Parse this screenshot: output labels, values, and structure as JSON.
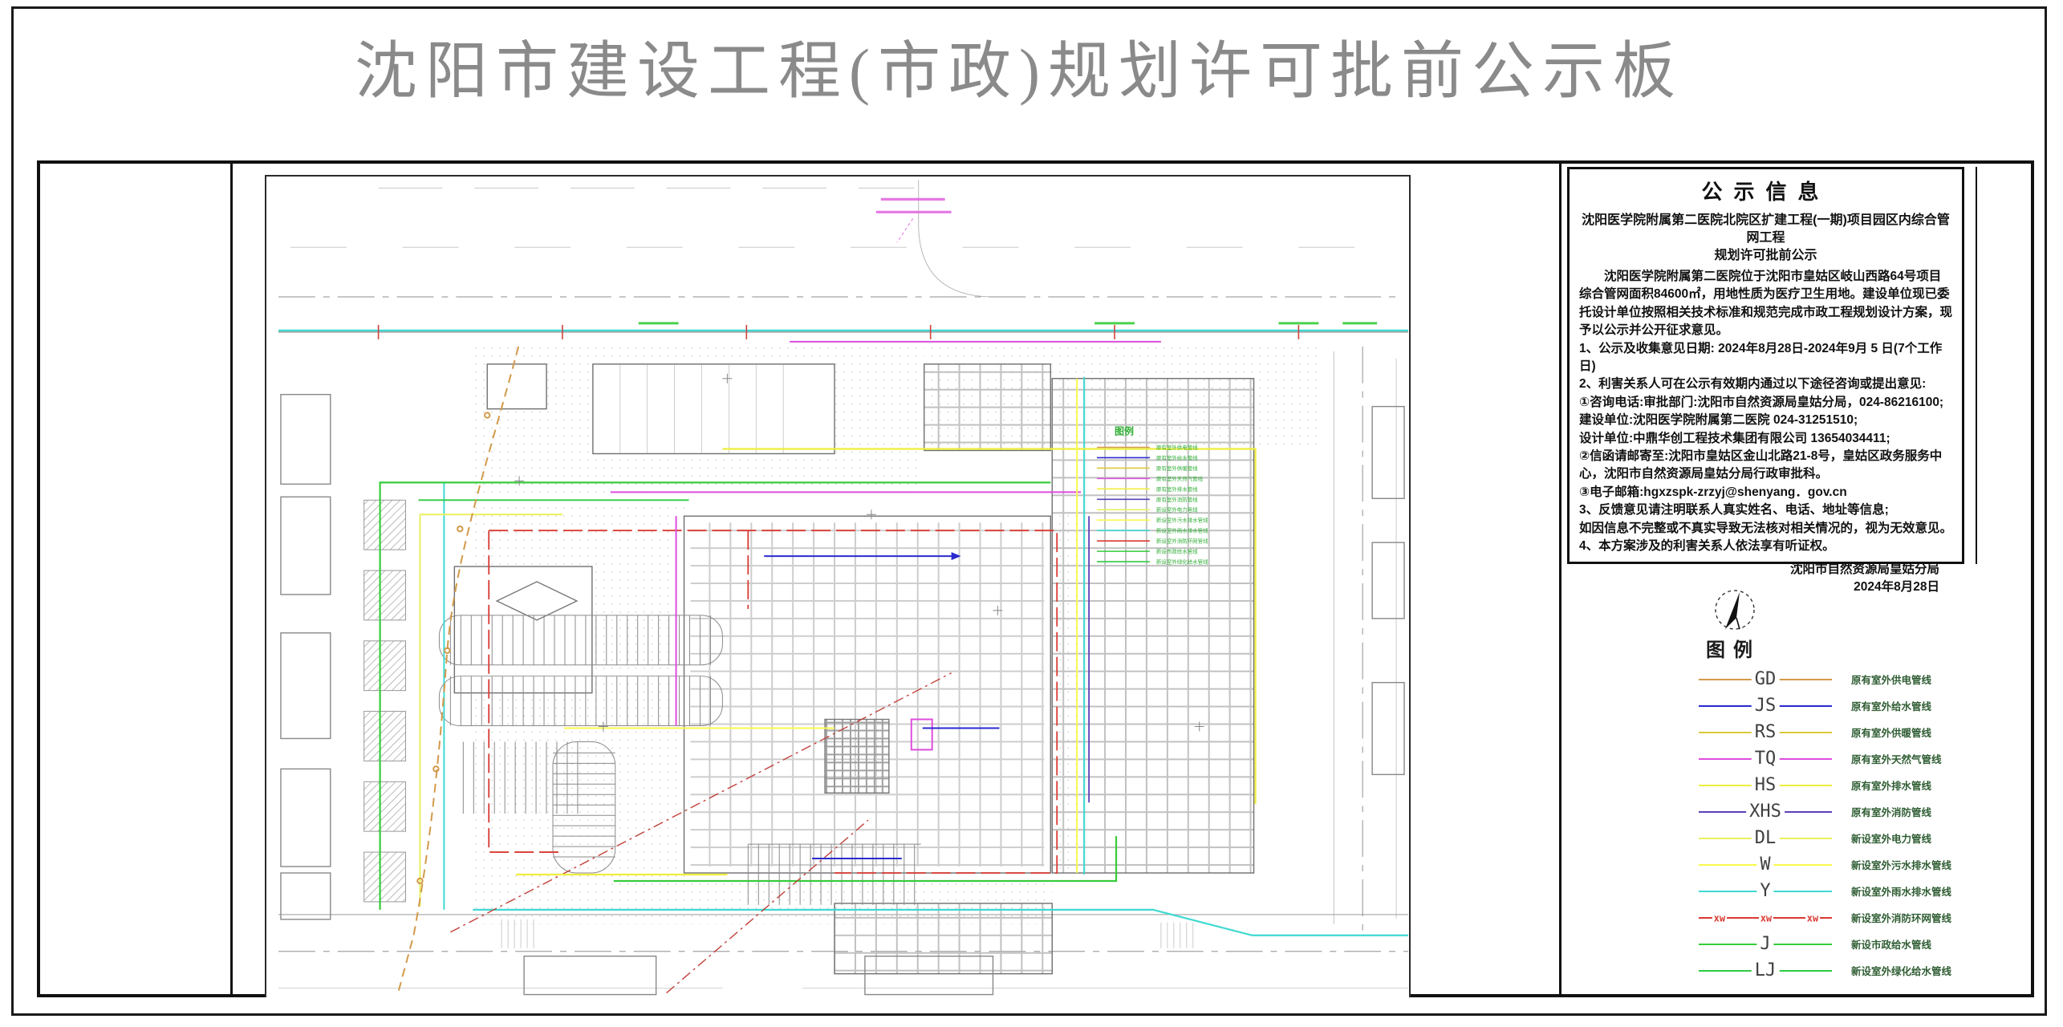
{
  "page": {
    "title": "沈阳市建设工程(市政)规划许可批前公示板"
  },
  "notice": {
    "heading": "公示信息",
    "subtitle_line1": "沈阳医学院附属第二医院北院区扩建工程(一期)项目园区内综合管网工程",
    "subtitle_line2": "规划许可批前公示",
    "paragraphs": [
      "沈阳医学院附属第二医院位于沈阳市皇姑区岐山西路64号项目综合管网面积84600㎡，用地性质为医疗卫生用地。建设单位现已委托设计单位按照相关技术标准和规范完成市政工程规划设计方案，现予以公示并公开征求意见。",
      "1、公示及收集意见日期: 2024年8月28日-2024年9月 5 日(7个工作日)",
      "2、利害关系人可在公示有效期内通过以下途径咨询或提出意见:",
      "①咨询电话:审批部门:沈阳市自然资源局皇姑分局，024-86216100;",
      "建设单位:沈阳医学院附属第二医院 024-31251510;",
      "设计单位:中鼎华创工程技术集团有限公司 13654034411;",
      "②信函请邮寄至:沈阳市皇姑区金山北路21-8号，皇姑区政务服务中心，沈阳市自然资源局皇姑分局行政审批科。",
      "③电子邮箱:hgxzspk-zrzyj@shenyang．gov.cn",
      "3、反馈意见请注明联系人真实姓名、电话、地址等信息;",
      "如因信息不完整或不真实导致无法核对相关情况的，视为无效意见。",
      "4、本方案涉及的利害关系人依法享有听证权。"
    ],
    "signature": "沈阳市自然资源局皇姑分局",
    "date": "2024年8月28日"
  },
  "legend": {
    "title": "图例",
    "items": [
      {
        "code": "GD",
        "color": "#d29a4a",
        "label": "原有室外供电管线"
      },
      {
        "code": "JS",
        "color": "#2a2ad0",
        "label": "原有室外给水管线"
      },
      {
        "code": "RS",
        "color": "#dcc83e",
        "label": "原有室外供暖管线"
      },
      {
        "code": "TQ",
        "color": "#dd4ddd",
        "label": "原有室外天然气管线"
      },
      {
        "code": "HS",
        "color": "#f0ee3e",
        "label": "原有室外排水管线"
      },
      {
        "code": "XHS",
        "color": "#5a40b8",
        "label": "原有室外消防管线"
      },
      {
        "code": "DL",
        "color": "#e8f060",
        "label": "新设室外电力管线"
      },
      {
        "code": "W",
        "color": "#f9f94e",
        "label": "新设室外污水排水管线"
      },
      {
        "code": "Y",
        "color": "#3fd9d2",
        "label": "新设室外雨水排水管线"
      },
      {
        "code": "XW",
        "color": "#d93a32",
        "label": "新设室外消防环网管线",
        "style": "xw"
      },
      {
        "code": "J",
        "color": "#35cc3a",
        "label": "新设市政给水管线"
      },
      {
        "code": "LJ",
        "color": "#2ecc40",
        "label": "新设室外绿化给水管线"
      }
    ]
  },
  "plan": {
    "mini_legend_title": "图例"
  }
}
